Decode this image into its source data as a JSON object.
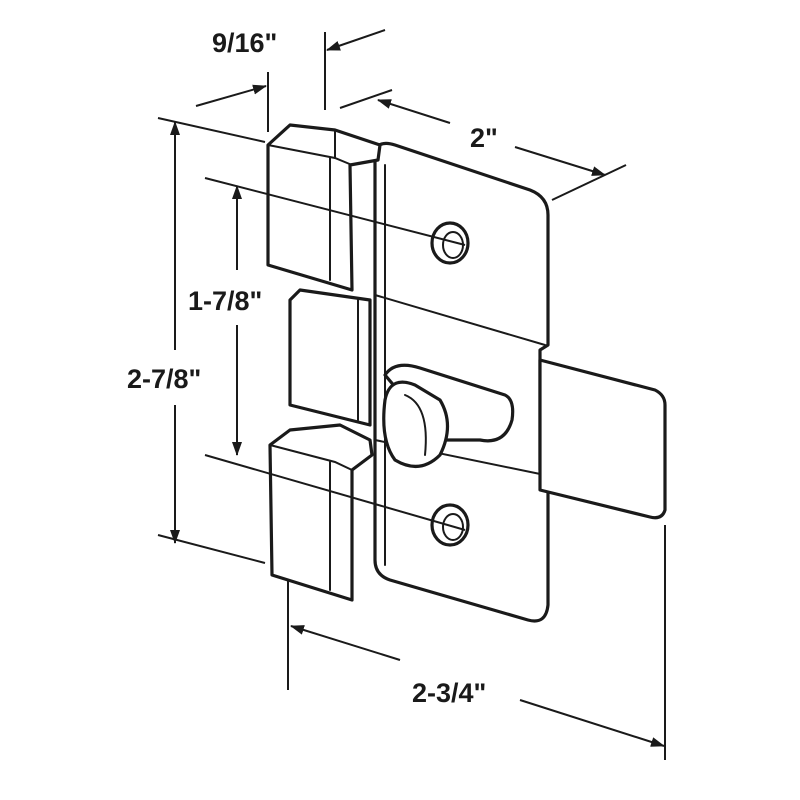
{
  "dimensions": {
    "depth": "9/16\"",
    "plate_width": "2\"",
    "hole_spacing": "1-7/8\"",
    "overall_height": "2-7/8\"",
    "overall_length": "2-3/4\""
  },
  "colors": {
    "line": "#1a1a1a",
    "background": "#ffffff"
  }
}
